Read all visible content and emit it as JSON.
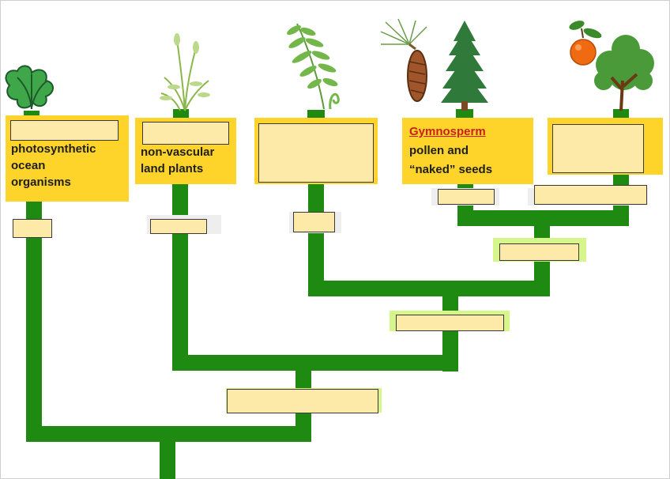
{
  "colors": {
    "branch": "#1e8a12",
    "card": "#fed42a",
    "blank": "#fde9a8",
    "highlight": "#d6f58a",
    "emphasis": "#cc1e1e"
  },
  "illustrations": [
    "algae-icon",
    "moss-icon",
    "fern-icon",
    "pine-cone-and-conifer-icon",
    "orange-and-tree-icon"
  ],
  "cards": {
    "algae": {
      "lines": [
        "photosynthetic",
        "ocean",
        "organisms"
      ]
    },
    "moss": {
      "lines": [
        "non-vascular",
        "land plants"
      ]
    },
    "gymnosperm": {
      "title": "Gymnosperm",
      "line2_a": "pollen ",
      "line2_b": "and",
      "line3": "“naked” seeds"
    }
  },
  "answer_blanks": {
    "card_blanks": [
      "",
      "",
      "",
      ""
    ],
    "tip_blanks": [
      "",
      "",
      "",
      "",
      ""
    ],
    "node_blanks": [
      "",
      "",
      ""
    ]
  }
}
